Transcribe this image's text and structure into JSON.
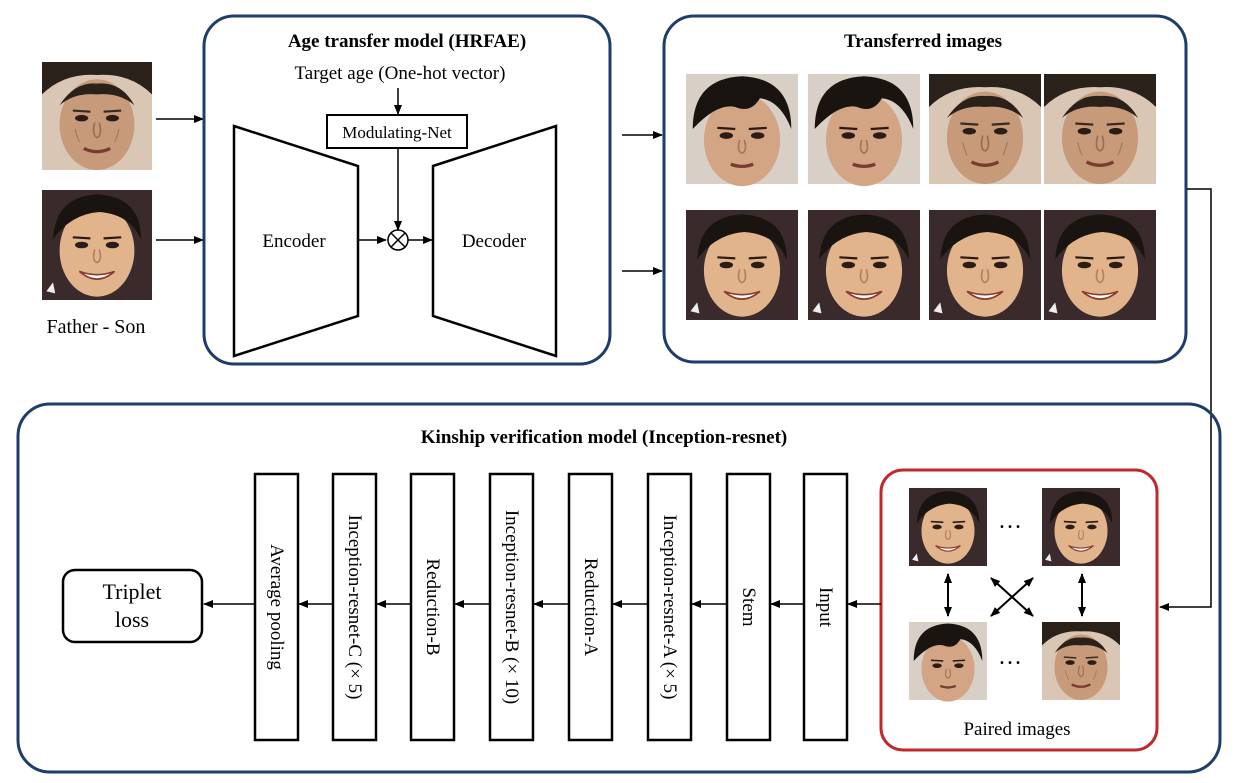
{
  "age_transfer": {
    "title": "Age transfer model (HRFAE)",
    "target_age": "Target age (One-hot vector)",
    "modulating_net": "Modulating-Net",
    "encoder": "Encoder",
    "decoder": "Decoder",
    "combine_symbol": "⊗"
  },
  "inputs": {
    "caption": "Father - Son"
  },
  "transferred": {
    "title": "Transferred images"
  },
  "kinship": {
    "title": "Kinship verification model (Inception-resnet)",
    "paired_caption": "Paired images",
    "ellipsis": "…",
    "blocks": [
      "Input",
      "Stem",
      "Inception-resnet-A (× 5)",
      "Reduction-A",
      "Inception-resnet-B (× 10)",
      "Reduction-B",
      "Inception-resnet-C (× 5)",
      "Average pooling"
    ],
    "loss_line1": "Triplet",
    "loss_line2": "loss"
  },
  "colors": {
    "panel_border": "#1f3d6b",
    "paired_border": "#c0282b",
    "skin_older": "#c79a7a",
    "skin_younger": "#e2b48c",
    "hair": "#1a1410",
    "background_dark": "#3a2a2c"
  }
}
